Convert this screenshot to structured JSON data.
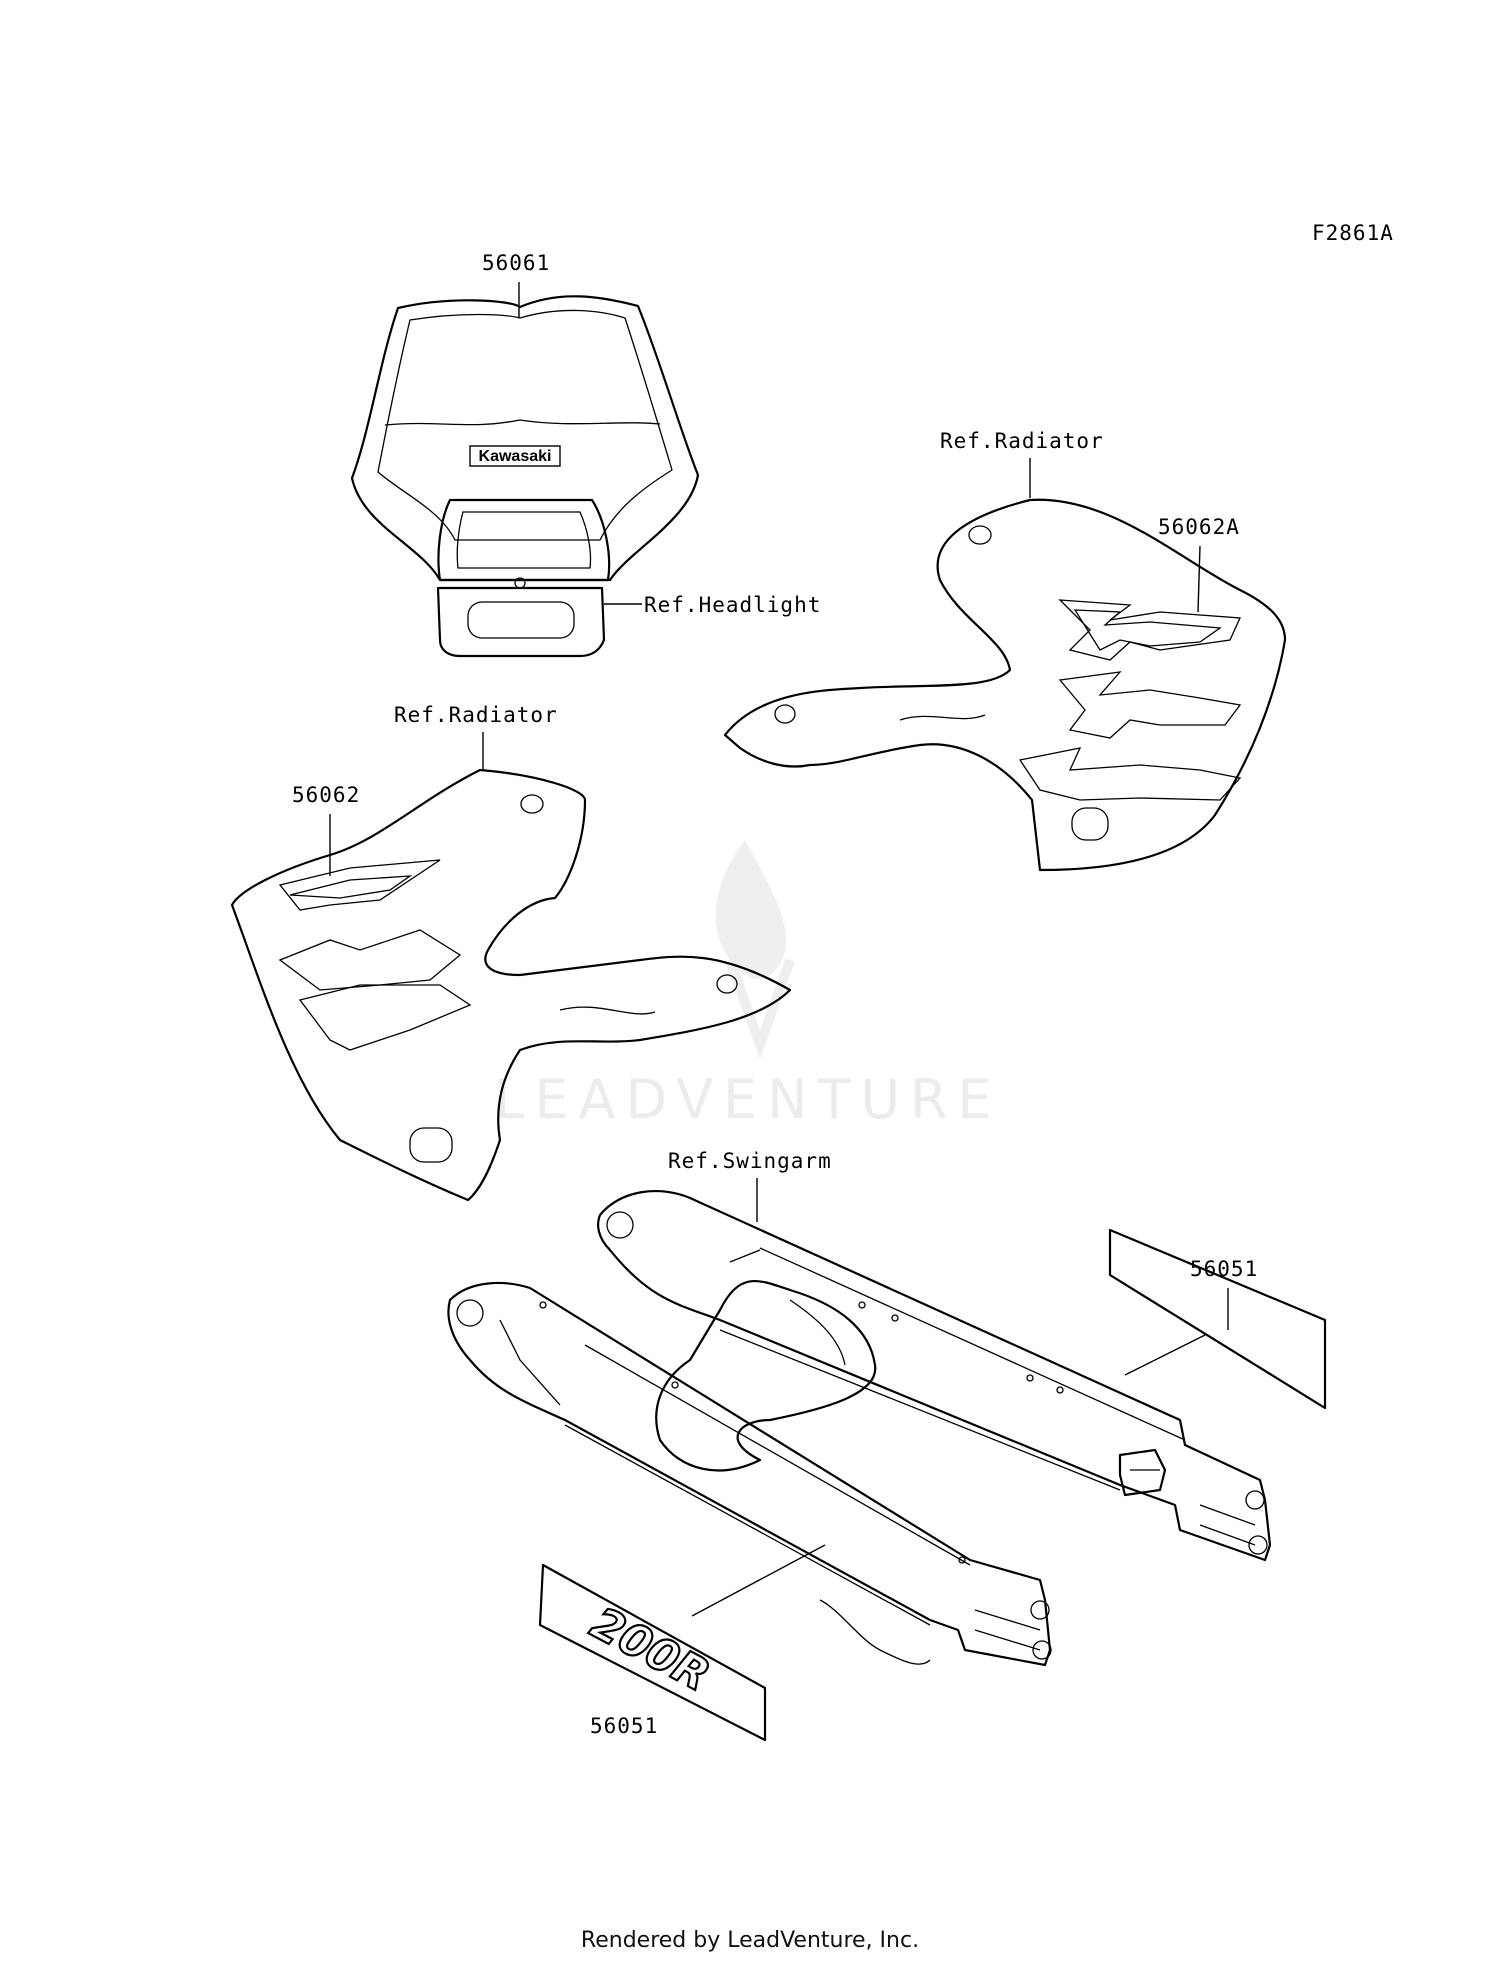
{
  "diagram": {
    "figure_code": "F2861A",
    "watermark": "LEADVENTURE",
    "labels": {
      "number_plate": "56061",
      "kawasaki_logo": "Kawasaki",
      "ref_headlight": "Ref.Headlight",
      "ref_radiator_right": "Ref.Radiator",
      "shroud_right": "56062A",
      "ref_radiator_left": "Ref.Radiator",
      "shroud_left": "56062",
      "ref_swingarm": "Ref.Swingarm",
      "swingarm_label_right": "56051",
      "swingarm_label_left": "56051",
      "decal_text": "200R"
    }
  },
  "footer": "Rendered by LeadVenture, Inc.",
  "colors": {
    "line": "#000000",
    "background": "#ffffff",
    "watermark": "#ececec"
  }
}
